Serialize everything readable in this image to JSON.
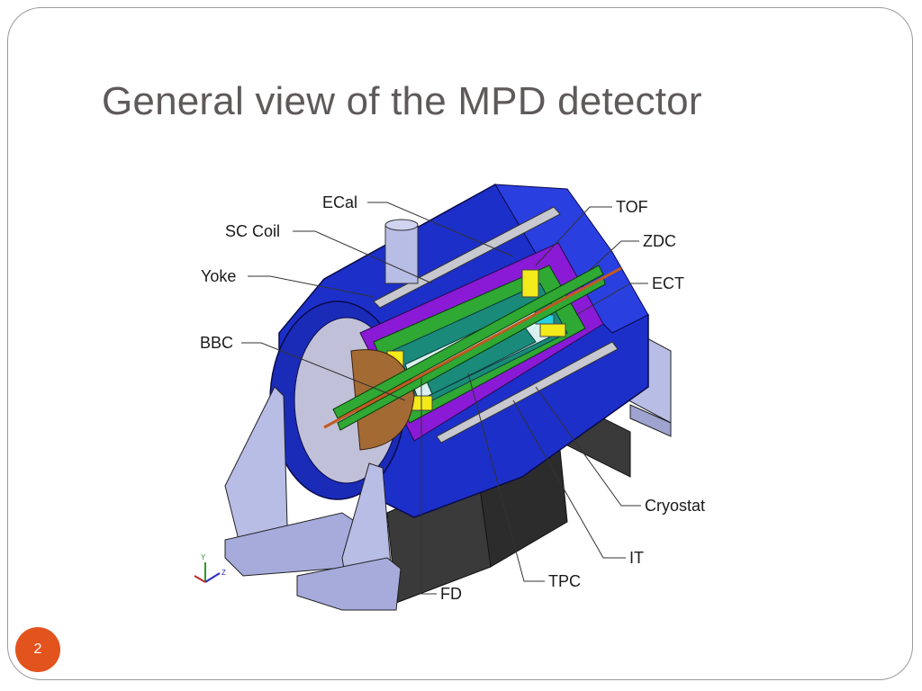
{
  "slide": {
    "title": "General view of the MPD detector",
    "page_number": "2"
  },
  "diagram": {
    "labels": {
      "ecal": "ECal",
      "sc_coil": "SC Coil",
      "yoke": "Yoke",
      "bbc": "BBC",
      "tof": "TOF",
      "zdc": "ZDC",
      "ect": "ECT",
      "cryostat": "Cryostat",
      "it": "IT",
      "tpc": "TPC",
      "fd": "FD"
    },
    "axes": {
      "y": "Y",
      "z": "Z"
    }
  },
  "colors": {
    "yoke": "#1c2fc9",
    "support": "#b8bde6",
    "leg": "#3a3a3a",
    "ecal": "#8a1ad6",
    "tof": "#2fa834",
    "tpc": "#1a8a7a",
    "fd_bbc": "#a46a34",
    "beampipe": "#c05a20",
    "yellow": "#f2ea1a",
    "badge": "#e2531d"
  }
}
